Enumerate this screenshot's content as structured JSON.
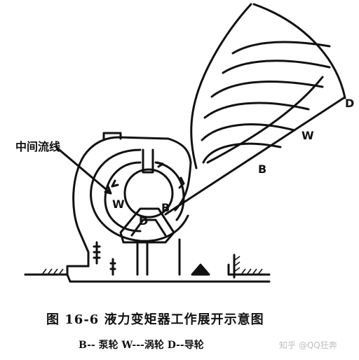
{
  "diagram": {
    "labels": {
      "middle_streamline": "中间流线",
      "w_small": "W",
      "b_small": "B",
      "d_small": "D",
      "d_big": "D",
      "w_big": "W",
      "b_big": "B"
    },
    "caption": {
      "title": "图 16-6   液力变矩器工作展开示意图",
      "legend": "B-- 泵轮   W---涡轮   D--导轮"
    },
    "watermark": "知乎 @QQ狂奔"
  }
}
